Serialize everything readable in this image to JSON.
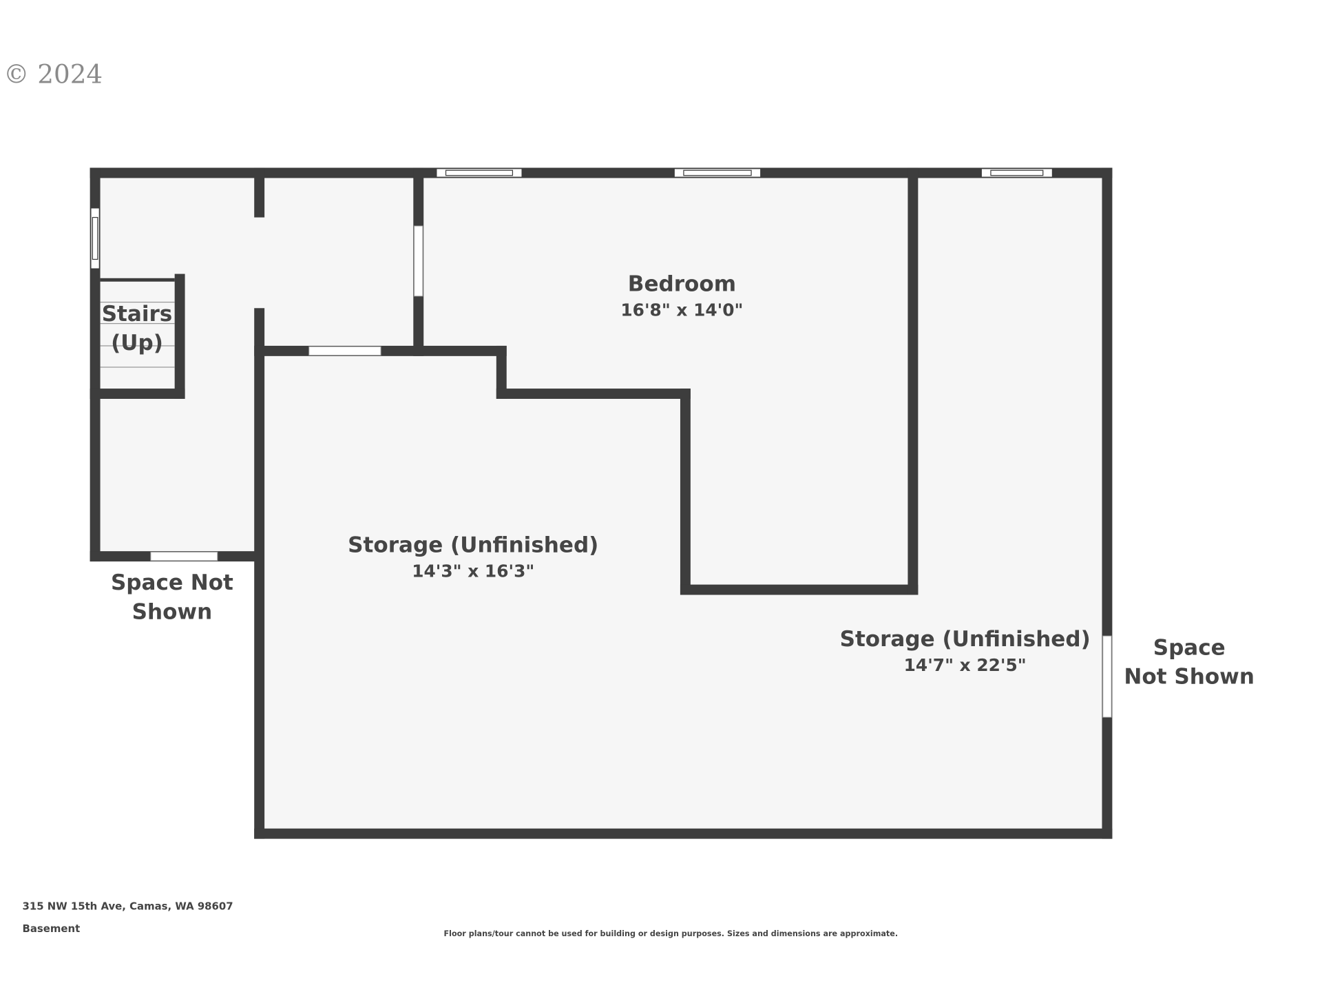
{
  "copyright": "© 2024",
  "rooms": {
    "bedroom": {
      "name": "Bedroom",
      "dims": "16'8\" x 14'0\""
    },
    "storage_left": {
      "name": "Storage (Unfinished)",
      "dims": "14'3\" x 16'3\""
    },
    "storage_right": {
      "name": "Storage (Unfinished)",
      "dims": "14'7\" x 22'5\""
    },
    "stairs": {
      "line1": "Stairs",
      "line2": "(Up)"
    },
    "space_left": {
      "line1": "Space Not",
      "line2": "Shown"
    },
    "space_right": {
      "line1": "Space",
      "line2": "Not Shown"
    }
  },
  "footer": {
    "address": "315 NW 15th Ave, Camas, WA 98607",
    "level": "Basement",
    "disclaimer": "Floor plans/tour cannot be used for building or design purposes. Sizes and dimensions are approximate."
  },
  "colors": {
    "wall": "#3d3d3d",
    "floor": "#f6f6f6",
    "text": "#454545"
  }
}
